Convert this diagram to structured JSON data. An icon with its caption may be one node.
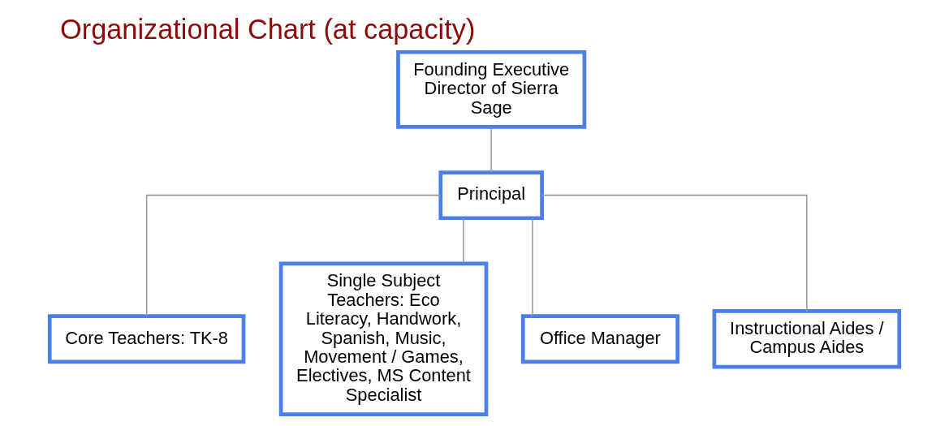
{
  "diagram": {
    "title": "Organizational Chart (at capacity)",
    "nodes": [
      {
        "text": [
          "Founding Executive Director of Sierra Sage"
        ]
      },
      {
        "text": [
          "Principal"
        ]
      },
      {
        "text": [
          "Core Teachers: TK-8"
        ]
      },
      {
        "text": [
          "Single Subject Teachers: Eco Literacy, Handwork, Spanish, Music, Movement / Games, Electives, MS Content Specialist"
        ]
      },
      {
        "text": [
          "Office Manager"
        ]
      },
      {
        "text": [
          "Instructional Aides / Campus Aides"
        ]
      }
    ],
    "edges": [
      {
        "from": 0,
        "to": 1,
        "arrow": "none"
      },
      {
        "from": 1,
        "to": 2,
        "arrow": "none"
      },
      {
        "from": 1,
        "to": 3,
        "arrow": "none"
      },
      {
        "from": 1,
        "to": 4,
        "arrow": "none"
      },
      {
        "from": 1,
        "to": 5,
        "arrow": "none"
      }
    ]
  }
}
